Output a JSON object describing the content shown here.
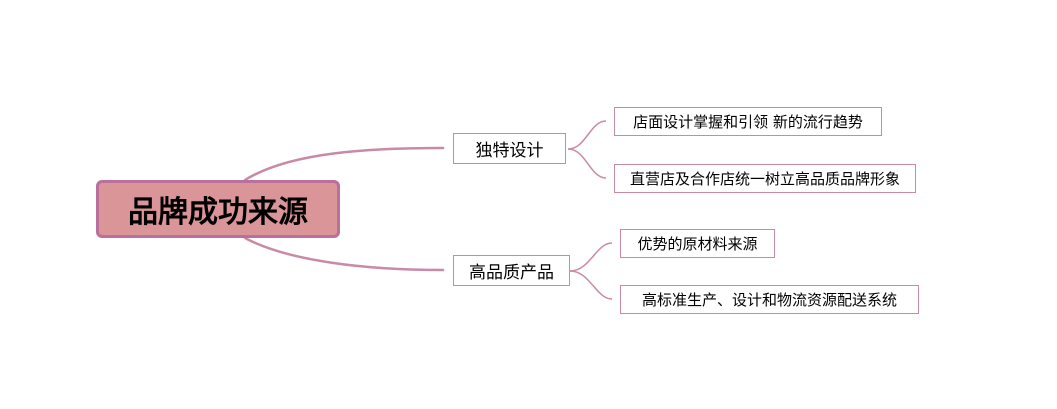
{
  "root": {
    "label": "品牌成功来源"
  },
  "branches": [
    {
      "label": "独特设计",
      "children": [
        {
          "label": "店面设计掌握和引领 新的流行趋势"
        },
        {
          "label": "直营店及合作店统一树立高品质品牌形象"
        }
      ]
    },
    {
      "label": "高品质产品",
      "children": [
        {
          "label": "优势的原材料来源"
        },
        {
          "label": "高标准生产、设计和物流资源配送系统"
        }
      ]
    }
  ],
  "colors": {
    "root_fill": "#d99597",
    "root_border": "#b9719b",
    "node_border": "#c98aa6",
    "connector": "#c98aa6"
  }
}
